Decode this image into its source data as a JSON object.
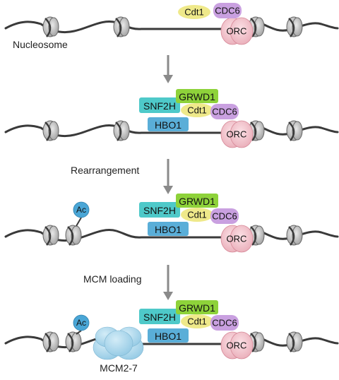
{
  "labels": {
    "nucleosome": "Nucleosome",
    "rearrangement": "Rearrangement",
    "mcm_loading": "MCM loading",
    "mcm_complex": "MCM2-7"
  },
  "proteins": {
    "cdt1": "Cdt1",
    "cdc6": "CDC6",
    "orc": "ORC",
    "snf2h": "SNF2H",
    "grwd1": "GRWD1",
    "hbo1": "HBO1",
    "ac": "Ac"
  },
  "colors": {
    "dna": "#3a3a3a",
    "nucleosome": "#c8c8c8",
    "cdt1": "#efe98a",
    "cdc6": "#c9a0e0",
    "orc": "#f2c3cc",
    "snf2h": "#4ec9c9",
    "grwd1": "#8ed23a",
    "hbo1": "#5aaed8",
    "ac": "#4aa6d6",
    "mcm": "#a9d6ec",
    "arrow": "#8a8a8a"
  }
}
